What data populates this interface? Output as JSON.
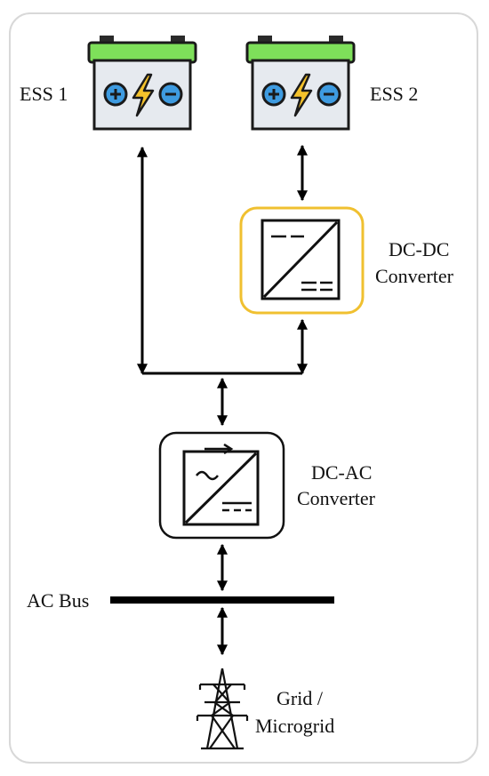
{
  "labels": {
    "ess1": "ESS 1",
    "ess2": "ESS 2",
    "dcdc_line1": "DC-DC",
    "dcdc_line2": "Converter",
    "dcac_line1": "DC-AC",
    "dcac_line2": "Converter",
    "ac_bus": "AC Bus",
    "grid_line1": "Grid /",
    "grid_line2": "Microgrid"
  },
  "colors": {
    "battery_terminal_green": "#7ee05a",
    "battery_body": "#e6eaef",
    "plus_minus_blue": "#3e9be0",
    "bolt_yellow": "#f4c22b",
    "dcdc_border": "#f0c030",
    "line_black": "#000000"
  },
  "icons": {
    "ess1": "battery-icon",
    "ess2": "battery-icon",
    "dcdc": "dc-dc-converter-icon",
    "dcac": "dc-ac-inverter-icon",
    "grid": "transmission-tower-icon"
  }
}
